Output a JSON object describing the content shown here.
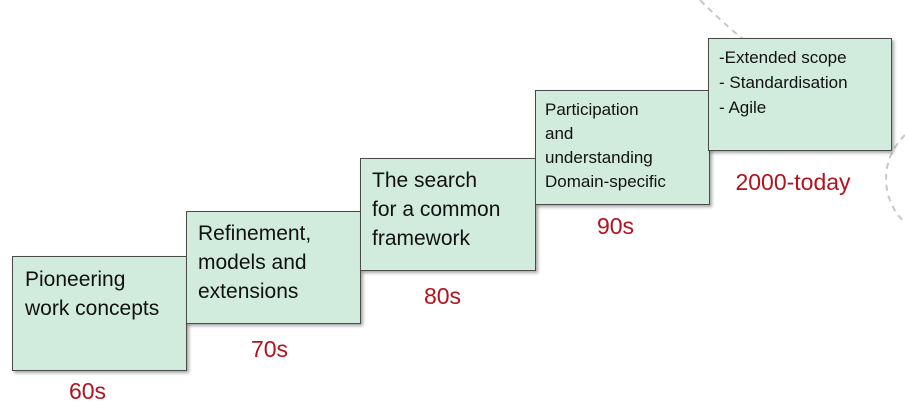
{
  "stages": [
    {
      "id": "60s",
      "text": "Pioneering\nwork concepts",
      "label": "60s"
    },
    {
      "id": "70s",
      "text": "Refinement,\nmodels and\nextensions",
      "label": "70s"
    },
    {
      "id": "80s",
      "text": "The search\nfor a common\nframework",
      "label": "80s"
    },
    {
      "id": "90s",
      "text": "Participation\nand\nunderstanding\nDomain-specific",
      "label": "90s"
    },
    {
      "id": "2000",
      "text": "-Extended scope\n- Standardisation\n- Agile",
      "label": "2000-today"
    }
  ],
  "colors": {
    "box_fill": "#d1ecdc",
    "box_border": "#4a4a4a",
    "label": "#b3121f",
    "decoration": "#c8c8c8"
  }
}
